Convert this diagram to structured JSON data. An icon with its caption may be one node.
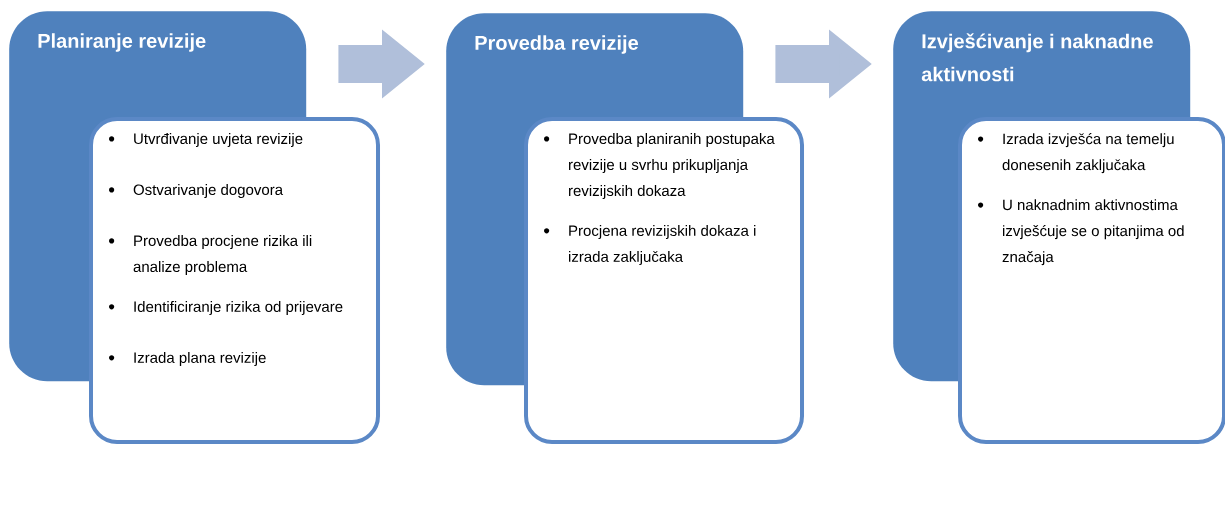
{
  "diagram": {
    "nodes": [
      {
        "text": [
          "Planiranje revizije"
        ]
      },
      {
        "text": [
          "Utvrđivanje uvjeta revizije",
          "Ostvarivanje dogovora",
          "Provedba procjene rizika ili analize problema",
          "Identificiranje rizika od prijevare",
          "Izrada plana revizije"
        ]
      },
      {
        "text": [
          "Provedba revizije"
        ]
      },
      {
        "text": [
          "Provedba planiranih postupaka revizije u svrhu prikupljanja revizijskih dokaza",
          "Procjena revizijskih dokaza i izrada zaključaka"
        ]
      },
      {
        "text": [
          "Izvješćivanje i naknadne aktivnosti"
        ]
      },
      {
        "text": [
          "Izrada izvješća na temelju donesenih zaključaka",
          "U naknadnim aktivnostima izvješćuje se o pitanjima od značaja"
        ]
      }
    ],
    "edges": [
      {
        "from": 0,
        "to": 2,
        "arrow": "to"
      },
      {
        "from": 2,
        "to": 4,
        "arrow": "to"
      }
    ]
  }
}
